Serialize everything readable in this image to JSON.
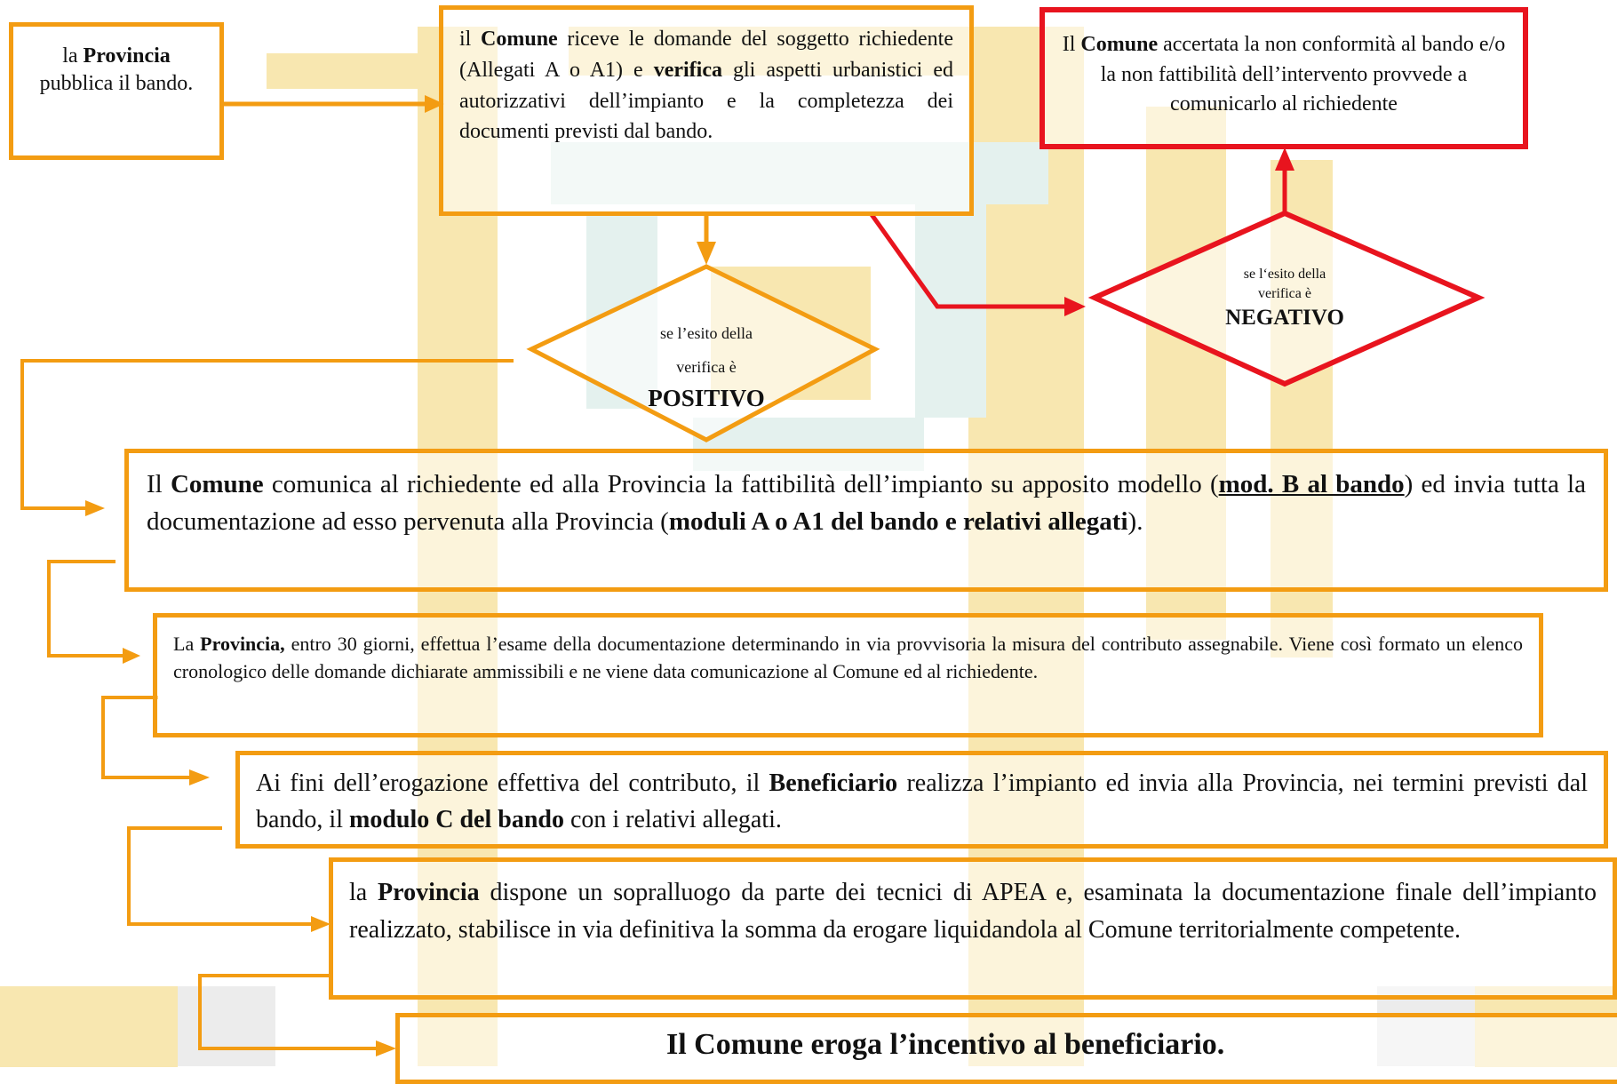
{
  "colors": {
    "orange": "#f39c12",
    "red": "#e8141e"
  },
  "boxes": {
    "provincia_bando": {
      "pre": "la ",
      "bold": "Provincia",
      "post": " pubblica il bando."
    },
    "comune_riceve": {
      "p1": "il ",
      "b1": "Comune",
      "p2": " riceve le domande del soggetto richiedente (Allegati A o A1) e ",
      "b2": "verifica",
      "p3": " gli aspetti urbanistici ed autorizzativi dell’impianto e la completezza dei documenti previsti dal bando."
    },
    "non_conformita": {
      "p1": "Il ",
      "b1": "Comune",
      "p2": " accertata la non conformità al bando e/o la non fattibilità dell’intervento provvede a comunicarlo al richiedente"
    },
    "comunica_fattibilita": {
      "p1": "Il ",
      "b1": "Comune",
      "p2": " comunica al richiedente ed alla Provincia la fattibilità dell’impianto su apposito modello (",
      "u1": "mod. B al bando",
      "p3": ") ed invia tutta la documentazione ad esso pervenuta alla Provincia (",
      "b2": "moduli A o A1 del bando e relativi allegati",
      "p4": ")."
    },
    "esame_documentazione": {
      "p1": "La ",
      "b1": "Provincia,",
      "p2": " entro 30 giorni, effettua l’esame della documentazione determinando in via provvisoria la misura del contributo assegnabile. Viene così formato un elenco cronologico delle domande dichiarate ammissibili e ne viene data comunicazione al Comune ed al richiedente."
    },
    "erogazione": {
      "p1": "Ai fini dell’erogazione effettiva del contributo, il ",
      "b1": "Beneficiario",
      "p2": " realizza l’impianto ed invia alla Provincia, nei termini previsti dal bando, il ",
      "b2": "modulo C del bando",
      "p3": " con i relativi allegati."
    },
    "sopralluogo": {
      "p1": "la ",
      "b1": "Provincia",
      "p2": " dispone un sopralluogo da parte dei tecnici di APEA e, esaminata la documentazione finale dell’impianto realizzato, stabilisce in via definitiva la somma da erogare liquidandola al Comune territorialmente competente."
    },
    "incentivo": {
      "text": "Il Comune eroga l’incentivo al beneficiario."
    }
  },
  "decisions": {
    "positivo": {
      "line1": "se  l’esito della",
      "line2": "verifica è",
      "outcome": "POSITIVO"
    },
    "negativo": {
      "line1": "se  l‘esito della",
      "line2": "verifica è",
      "outcome": "NEGATIVO"
    }
  }
}
